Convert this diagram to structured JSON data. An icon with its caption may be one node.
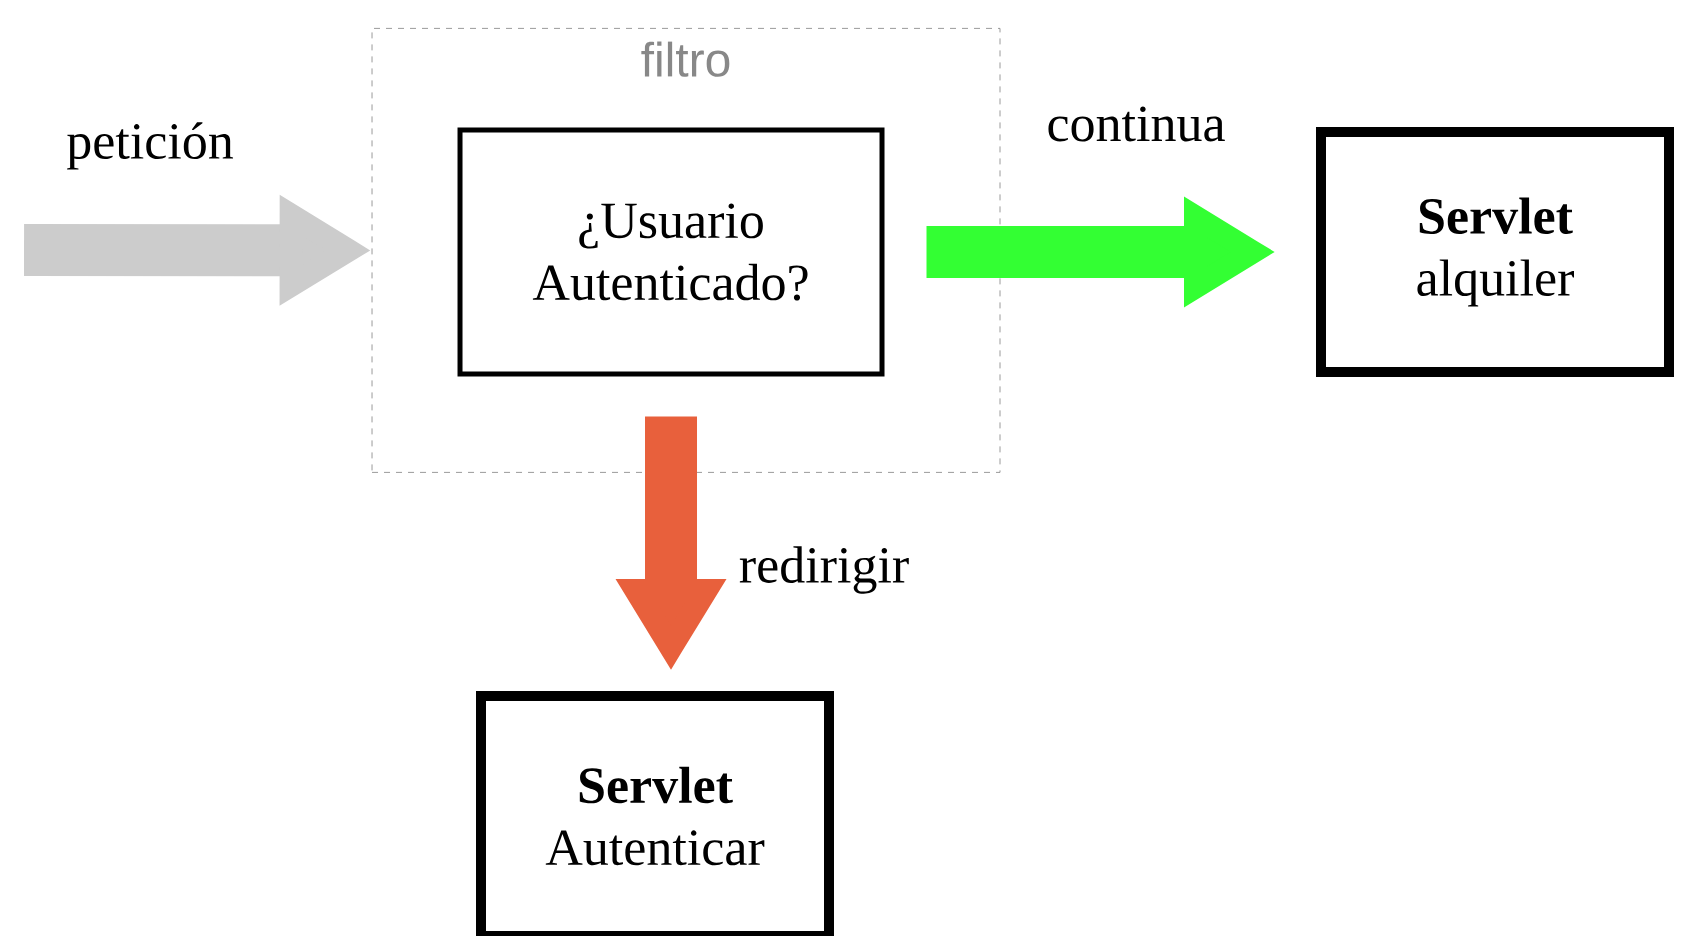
{
  "diagram": {
    "nodes": [
      {
        "text": [
          "filtro"
        ]
      },
      {
        "text": [
          "¿Usuario Autenticado?"
        ],
        "in": 0
      },
      {
        "text": [
          "Servlet",
          "alquiler"
        ]
      },
      {
        "text": [
          "Servlet",
          "Autenticar"
        ]
      }
    ],
    "edges": [
      {
        "from": null,
        "to": 0,
        "arrow": "to",
        "label": "petición",
        "color": "#cccccc"
      },
      {
        "from": 1,
        "to": 2,
        "arrow": "to",
        "label": "continua",
        "color": "#33ff33"
      },
      {
        "from": 1,
        "to": 3,
        "arrow": "to",
        "label": "redirigir",
        "color": "#e8603c"
      }
    ]
  }
}
